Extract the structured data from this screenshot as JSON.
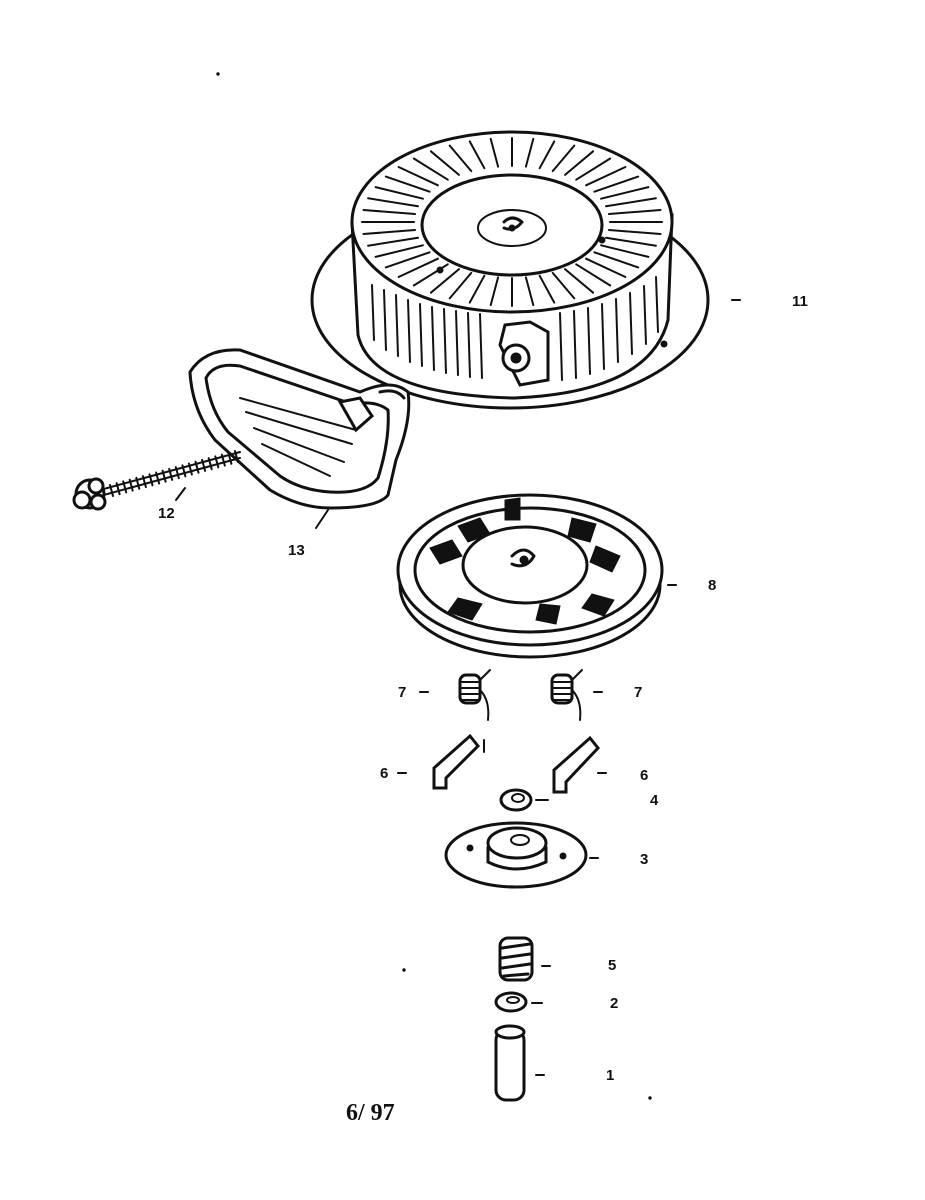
{
  "diagram": {
    "parts": [
      {
        "id": "housing",
        "label": "11"
      },
      {
        "id": "screw",
        "label": "12"
      },
      {
        "id": "handle",
        "label": "13"
      },
      {
        "id": "pulley",
        "label": "8"
      },
      {
        "id": "spring-left",
        "label": "7"
      },
      {
        "id": "spring-right",
        "label": "7"
      },
      {
        "id": "pawl-left",
        "label": "6"
      },
      {
        "id": "pawl-right",
        "label": "6"
      },
      {
        "id": "washer-small",
        "label": "4"
      },
      {
        "id": "retainer",
        "label": "3"
      },
      {
        "id": "spring-coil",
        "label": "5"
      },
      {
        "id": "washer",
        "label": "2"
      },
      {
        "id": "pin",
        "label": "1"
      }
    ],
    "footer": "6/ 97"
  }
}
